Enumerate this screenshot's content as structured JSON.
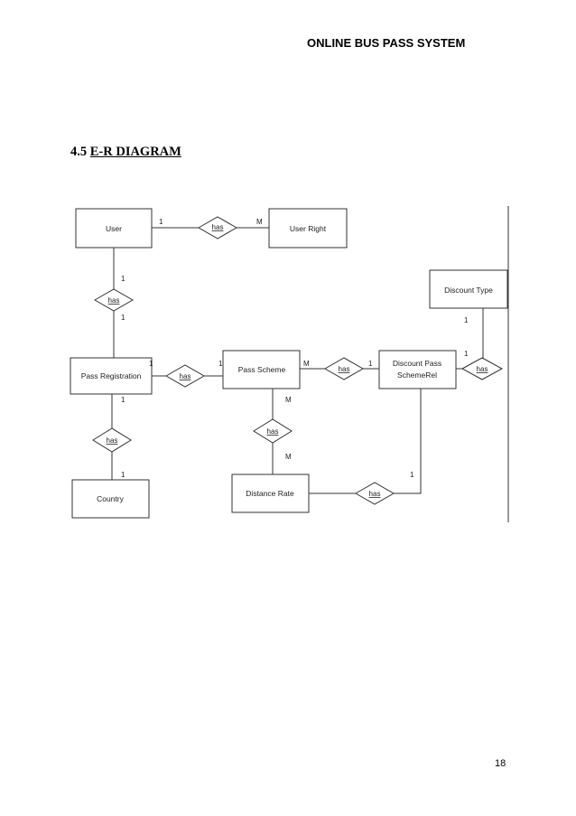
{
  "header": {
    "title": "ONLINE BUS PASS SYSTEM"
  },
  "section": {
    "number": "4.5",
    "title": "E-R DIAGRAM"
  },
  "page_number": "18",
  "diagram": {
    "entities": {
      "user": "User",
      "user_right": "User Right",
      "discount_type": "Discount Type",
      "pass_registration": "Pass Registration",
      "pass_scheme": "Pass Scheme",
      "discount_pass_line1": "Discount Pass",
      "discount_pass_line2": "SchemeRel",
      "country": "Country",
      "distance_rate": "Distance Rate"
    },
    "relationship_label": "has",
    "cardinality": {
      "one": "1",
      "many": "M"
    }
  }
}
